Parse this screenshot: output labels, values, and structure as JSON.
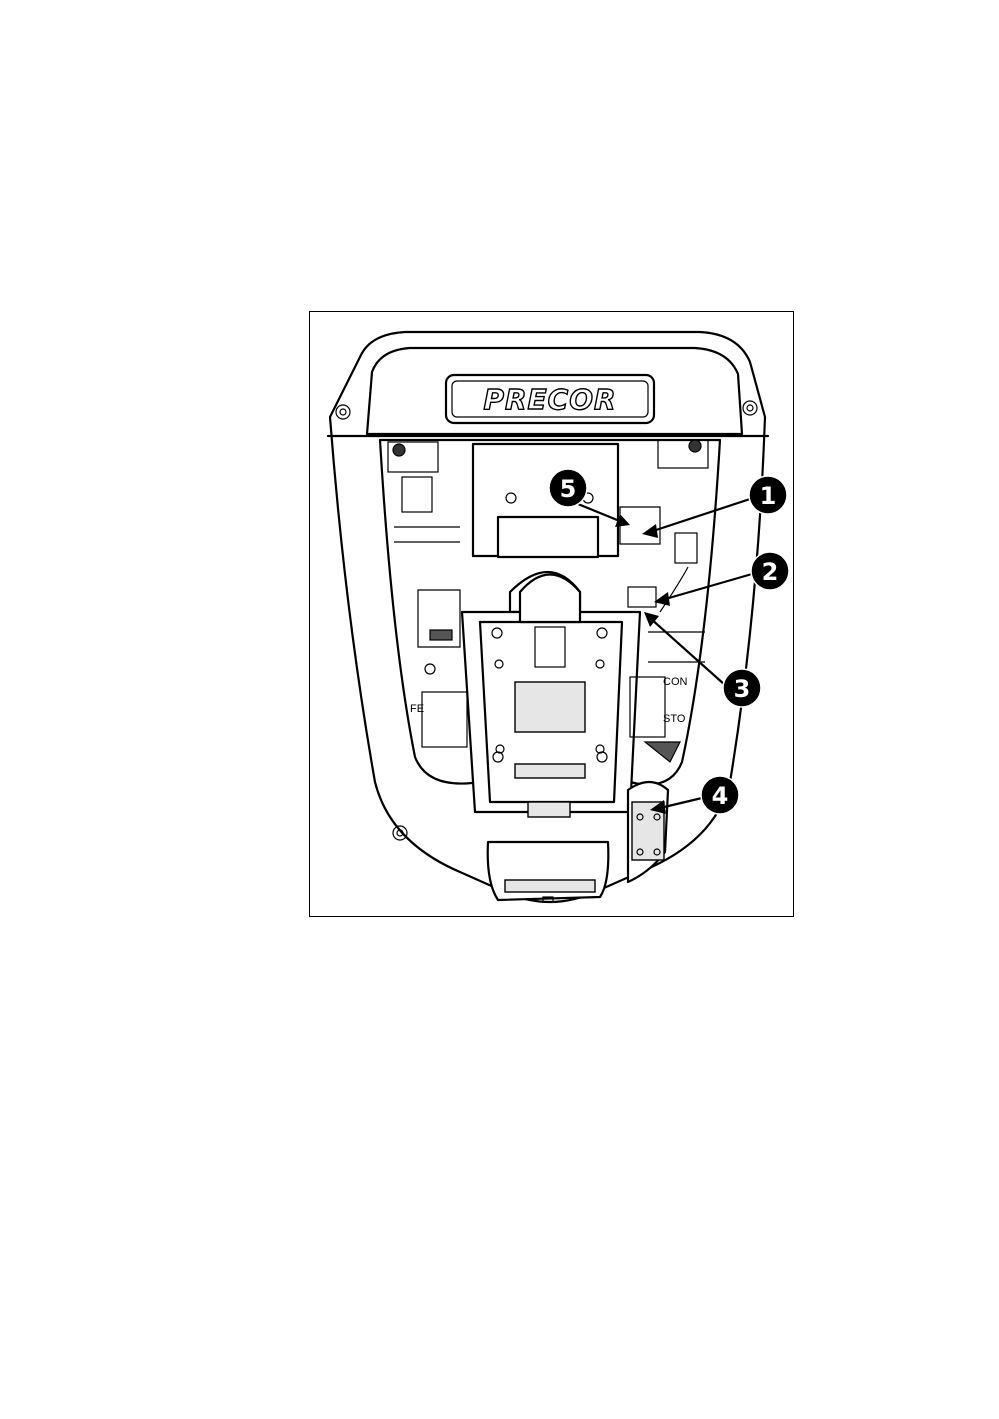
{
  "brand": {
    "logo_text": "PRECOR"
  },
  "panel_labels": {
    "left": "FE",
    "right_top": "CON",
    "right_bottom": "STO"
  },
  "callouts": [
    {
      "id": "1",
      "label": "1"
    },
    {
      "id": "2",
      "label": "2"
    },
    {
      "id": "3",
      "label": "3"
    },
    {
      "id": "4",
      "label": "4"
    },
    {
      "id": "5",
      "label": "5"
    }
  ],
  "colors": {
    "line": "#000000",
    "callout_fill": "#000000",
    "callout_text": "#ffffff"
  }
}
